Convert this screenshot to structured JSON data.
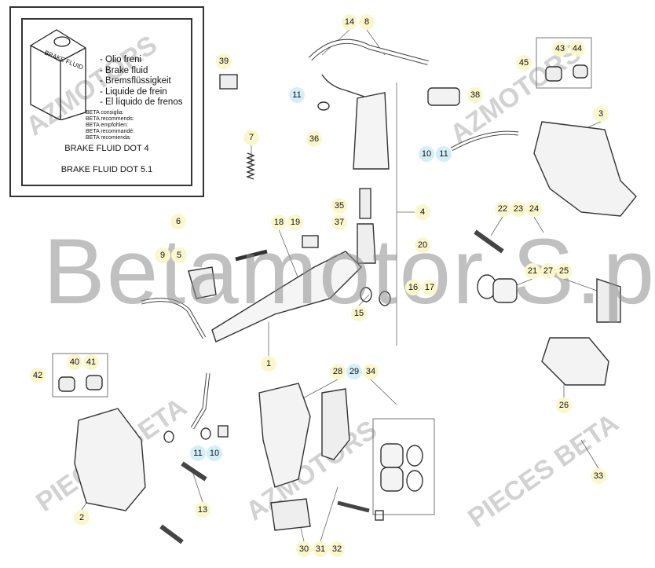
{
  "watermark": "Betamotor S.p.A.",
  "stamp_watermark": [
    "AZMOTORS",
    "PIECES BETA"
  ],
  "brake_fluid_box": {
    "can_label": "BRAKE FLUID",
    "languages": [
      "- Olio freni",
      "- Brake fluid",
      "- Bremsflüssigkeit",
      "- Liquide de frein",
      "- El líquido de frenos"
    ],
    "recommends": [
      "BETA consiglia:",
      "BETA recommends:",
      "BETA empfohlen:",
      "BETA recommandé:",
      "BETA recomienda:"
    ],
    "spec_1": "BRAKE FLUID DOT 4",
    "spec_2": "BRAKE FLUID DOT 5.1"
  },
  "colors": {
    "label_yellow": "#fbf7cd",
    "label_blue": "#d3eff7",
    "line": "#555555"
  },
  "callouts": [
    "14",
    "8",
    "43",
    "44",
    "45",
    "39",
    "11",
    "38",
    "3",
    "7",
    "36",
    "10",
    "11",
    "4",
    "35",
    "37",
    "22",
    "23",
    "24",
    "18",
    "19",
    "6",
    "9",
    "5",
    "20",
    "21",
    "27",
    "25",
    "16",
    "17",
    "15",
    "1",
    "42",
    "40",
    "41",
    "28",
    "29",
    "34",
    "26",
    "11",
    "10",
    "33",
    "2",
    "13",
    "30",
    "31",
    "32"
  ]
}
